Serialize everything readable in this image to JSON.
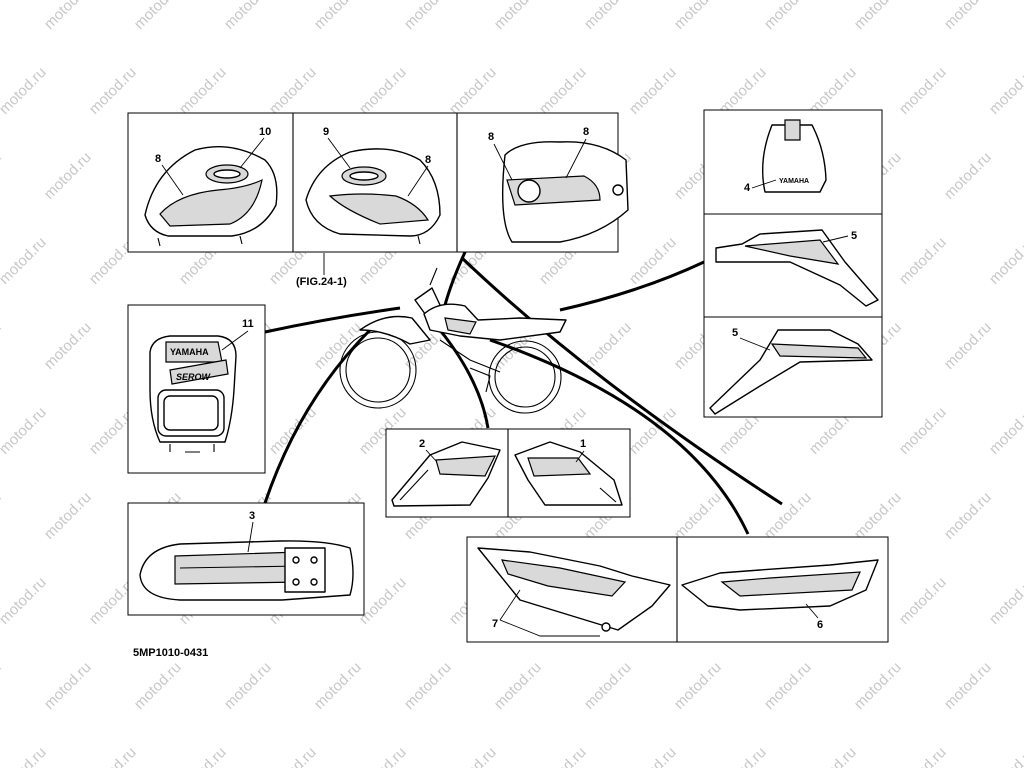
{
  "watermark": "motod.ru",
  "figure_reference": "(FIG.24-1)",
  "drawing_code": "5MP1010-0431",
  "callouts": [
    "1",
    "2",
    "3",
    "4",
    "5",
    "6",
    "7",
    "8",
    "9",
    "10",
    "11"
  ],
  "decal_texts": {
    "tail_brand": "YAMAHA",
    "headlight_brand": "YAMAHA",
    "headlight_model": "SEROW"
  }
}
